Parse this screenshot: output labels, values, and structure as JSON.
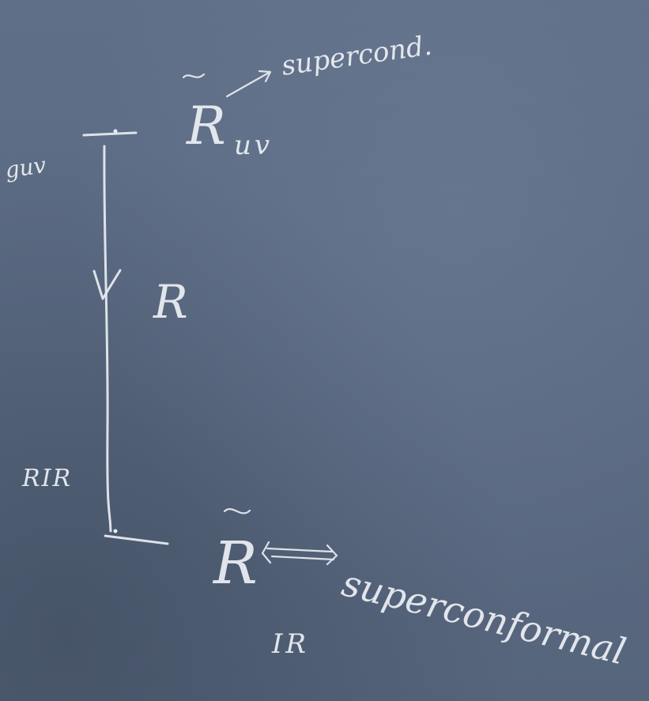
{
  "board": {
    "background_color": "#5c6c84",
    "chalk_color": "#e9edf3"
  },
  "labels": {
    "top_left": "guv",
    "top_right_main": "R",
    "top_right_sub": "uv",
    "top_annotation": "supercond.",
    "middle_flow": "R",
    "bottom_left": "RIR",
    "bottom_right_main": "R",
    "bottom_right_sub": "IR",
    "bottom_annotation": "superconformal"
  }
}
